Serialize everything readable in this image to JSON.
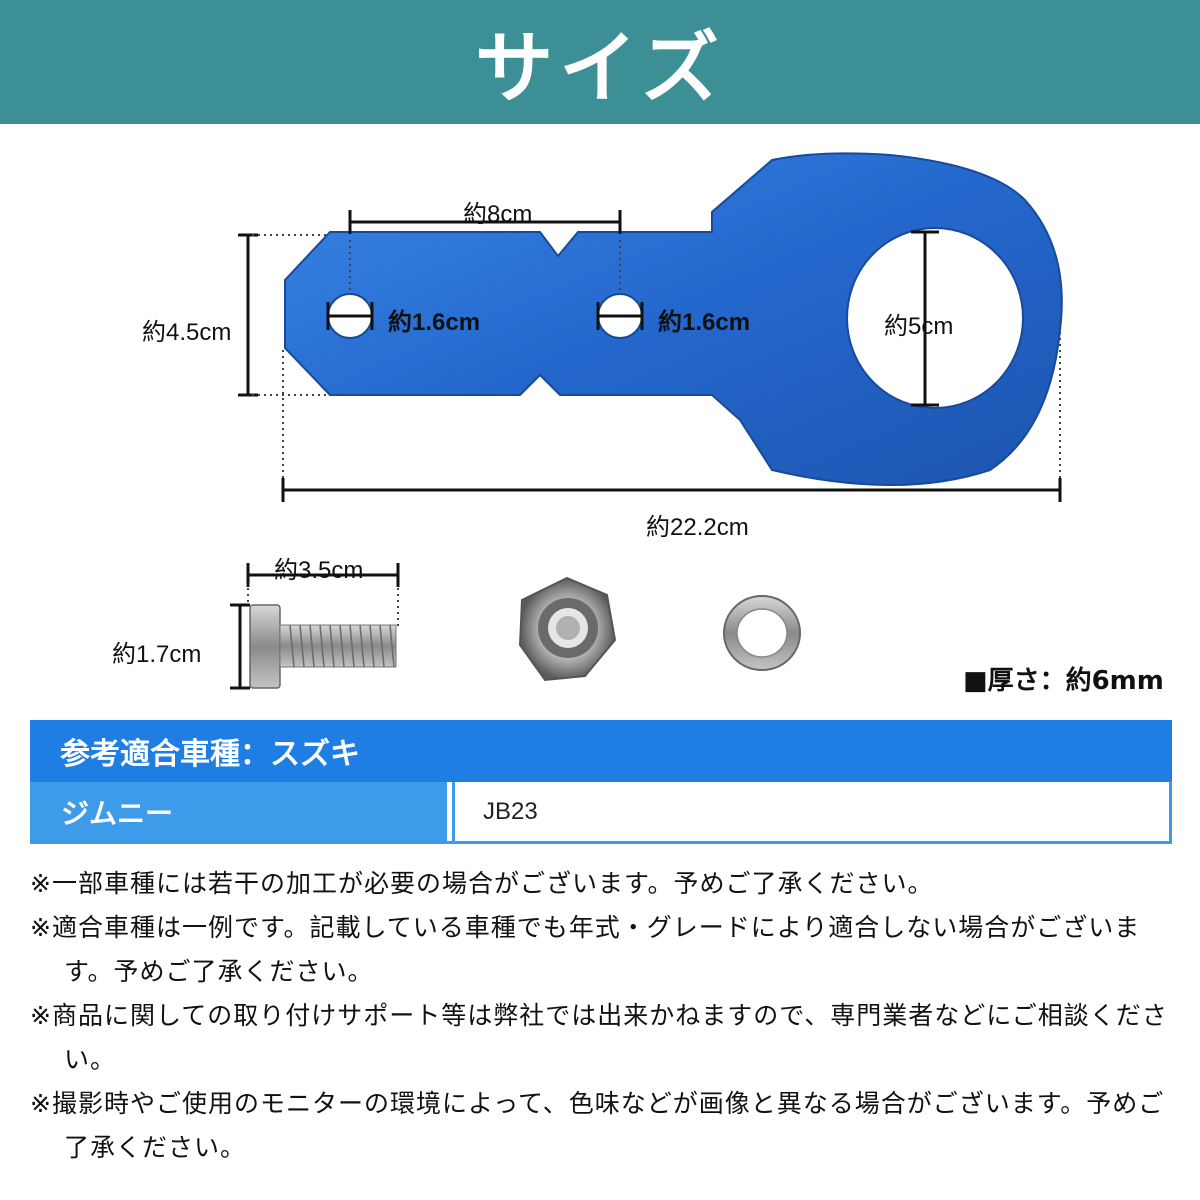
{
  "header": {
    "title": "サイズ",
    "bg_color": "#3d8f96"
  },
  "dimensions": {
    "hole_spacing": "約8cm",
    "plate_width": "約4.5cm",
    "hole1": "約1.6cm",
    "hole2": "約1.6cm",
    "ring_hole": "約5cm",
    "total_length": "約22.2cm",
    "bolt_length": "約3.5cm",
    "bolt_head": "約1.7cm",
    "thickness": "■厚さ：約6mm"
  },
  "table": {
    "title": "参考適合車種：スズキ",
    "rows": [
      {
        "model": "ジムニー",
        "code": "JB23"
      }
    ],
    "header_color": "#1e7ee4",
    "row_color": "#3d9be9"
  },
  "notes": [
    "※一部車種には若干の加工が必要の場合がございます。予めご了承ください。",
    "※適合車種は一例です。記載している車種でも年式・グレードにより適合しない場合がございます。予めご了承ください。",
    "※商品に関しての取り付けサポート等は弊社では出来かねますので、専門業者などにご相談ください。",
    "※撮影時やご使用のモニターの環境によって、色味などが画像と異なる場合がございます。予めご了承ください。"
  ],
  "product_color": "#2a6fd0"
}
